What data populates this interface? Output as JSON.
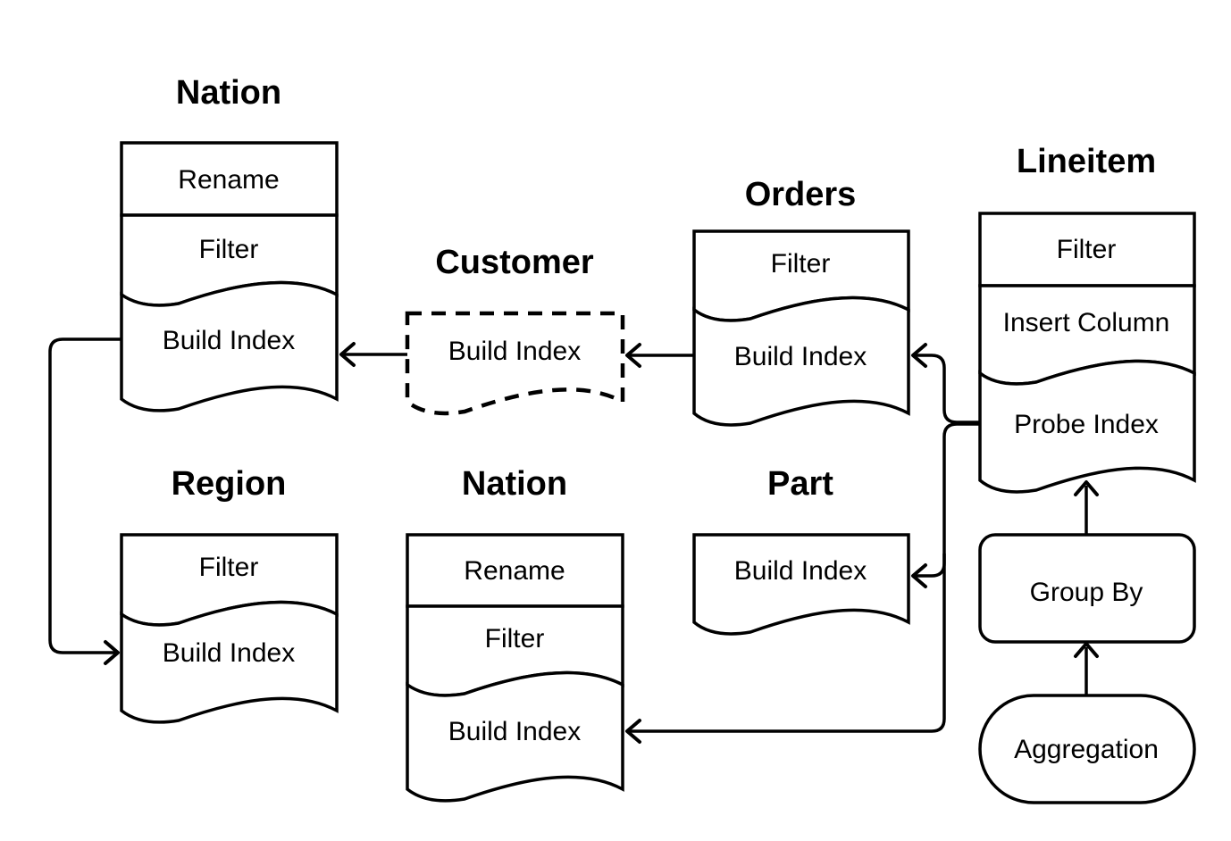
{
  "tables": {
    "nation_top": {
      "title": "Nation",
      "rename": "Rename",
      "filter": "Filter",
      "build_index": "Build Index"
    },
    "customer": {
      "title": "Customer",
      "build_index": "Build Index"
    },
    "orders": {
      "title": "Orders",
      "filter": "Filter",
      "build_index": "Build Index"
    },
    "lineitem": {
      "title": "Lineitem",
      "filter": "Filter",
      "insert_column": "Insert Column",
      "probe_index": "Probe Index"
    },
    "region": {
      "title": "Region",
      "filter": "Filter",
      "build_index": "Build Index"
    },
    "nation_bottom": {
      "title": "Nation",
      "rename": "Rename",
      "filter": "Filter",
      "build_index": "Build Index"
    },
    "part": {
      "title": "Part",
      "build_index": "Build Index"
    }
  },
  "operators": {
    "group_by": "Group By",
    "aggregation": "Aggregation"
  }
}
